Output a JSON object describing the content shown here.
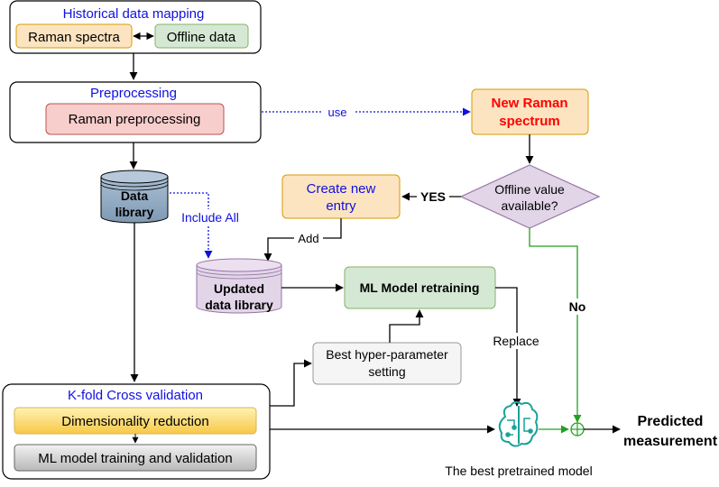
{
  "historical": {
    "title": "Historical data mapping",
    "raman": "Raman spectra",
    "offline": "Offline data"
  },
  "preprocessing": {
    "title": "Preprocessing",
    "inner": "Raman preprocessing",
    "use_label": "use"
  },
  "new_spectrum": {
    "line1": "New Raman",
    "line2": "spectrum"
  },
  "data_library": {
    "line1": "Data",
    "line2": "library",
    "include_label": "Include All"
  },
  "decision": {
    "line1": "Offline value",
    "line2": "available?",
    "yes_label": "YES",
    "no_label": "No"
  },
  "create_entry": {
    "line1": "Create new",
    "line2": "entry",
    "add_label": "Add"
  },
  "updated_library": {
    "line1": "Updated",
    "line2": "data library"
  },
  "retraining": {
    "label": "ML Model retraining",
    "replace_label": "Replace"
  },
  "hyper": {
    "line1": "Best hyper-parameter",
    "line2": "setting"
  },
  "kfold": {
    "title": "K-fold Cross validation",
    "dimred": "Dimensionality reduction",
    "training": "ML model training and validation"
  },
  "model": {
    "caption": "The best pretrained model"
  },
  "output": {
    "line1": "Predicted",
    "line2": "measurement"
  },
  "colors": {
    "blue_text": "#1010e0",
    "red_text": "#ff0000",
    "orange_fill": "#fde4c0",
    "green_fill": "#d5e8d4",
    "red_fill": "#f8cecc",
    "purple_fill": "#e1d5e7",
    "gray_fill": "#f5f5f5",
    "teal_icon": "#1aa39a",
    "green_line": "#22a022"
  }
}
